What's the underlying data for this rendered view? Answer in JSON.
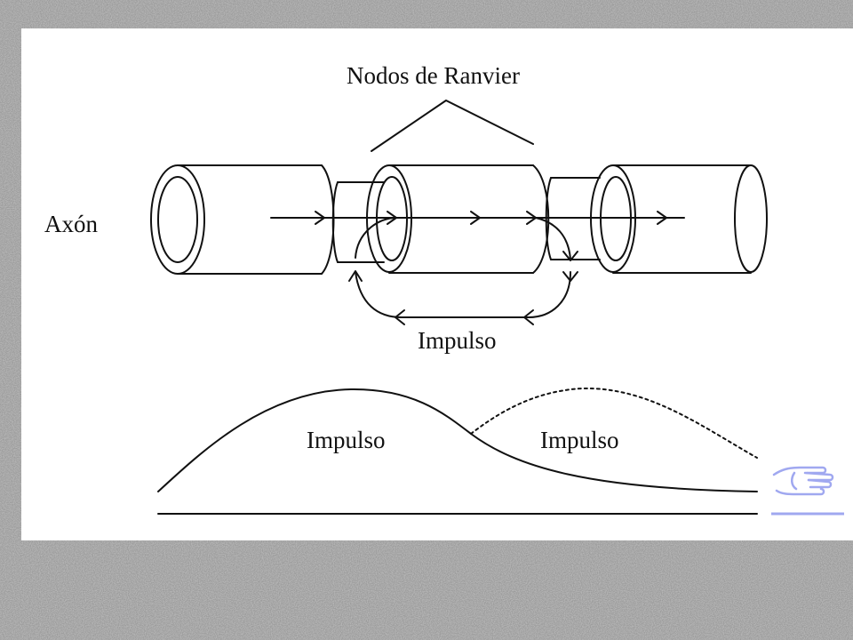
{
  "labels": {
    "nodes_title": "Nodos de Ranvier",
    "axon": "Axón",
    "impulse_arrow": "Impulso",
    "impulse_wave_1": "Impulso",
    "impulse_wave_2": "Impulso"
  },
  "nav": {
    "icon": "pointing-hand-icon",
    "accent_color": "#a0a8f0"
  },
  "colors": {
    "line": "#111111",
    "canvas": "#ffffff",
    "background_speckle": "#8f8f8f"
  }
}
